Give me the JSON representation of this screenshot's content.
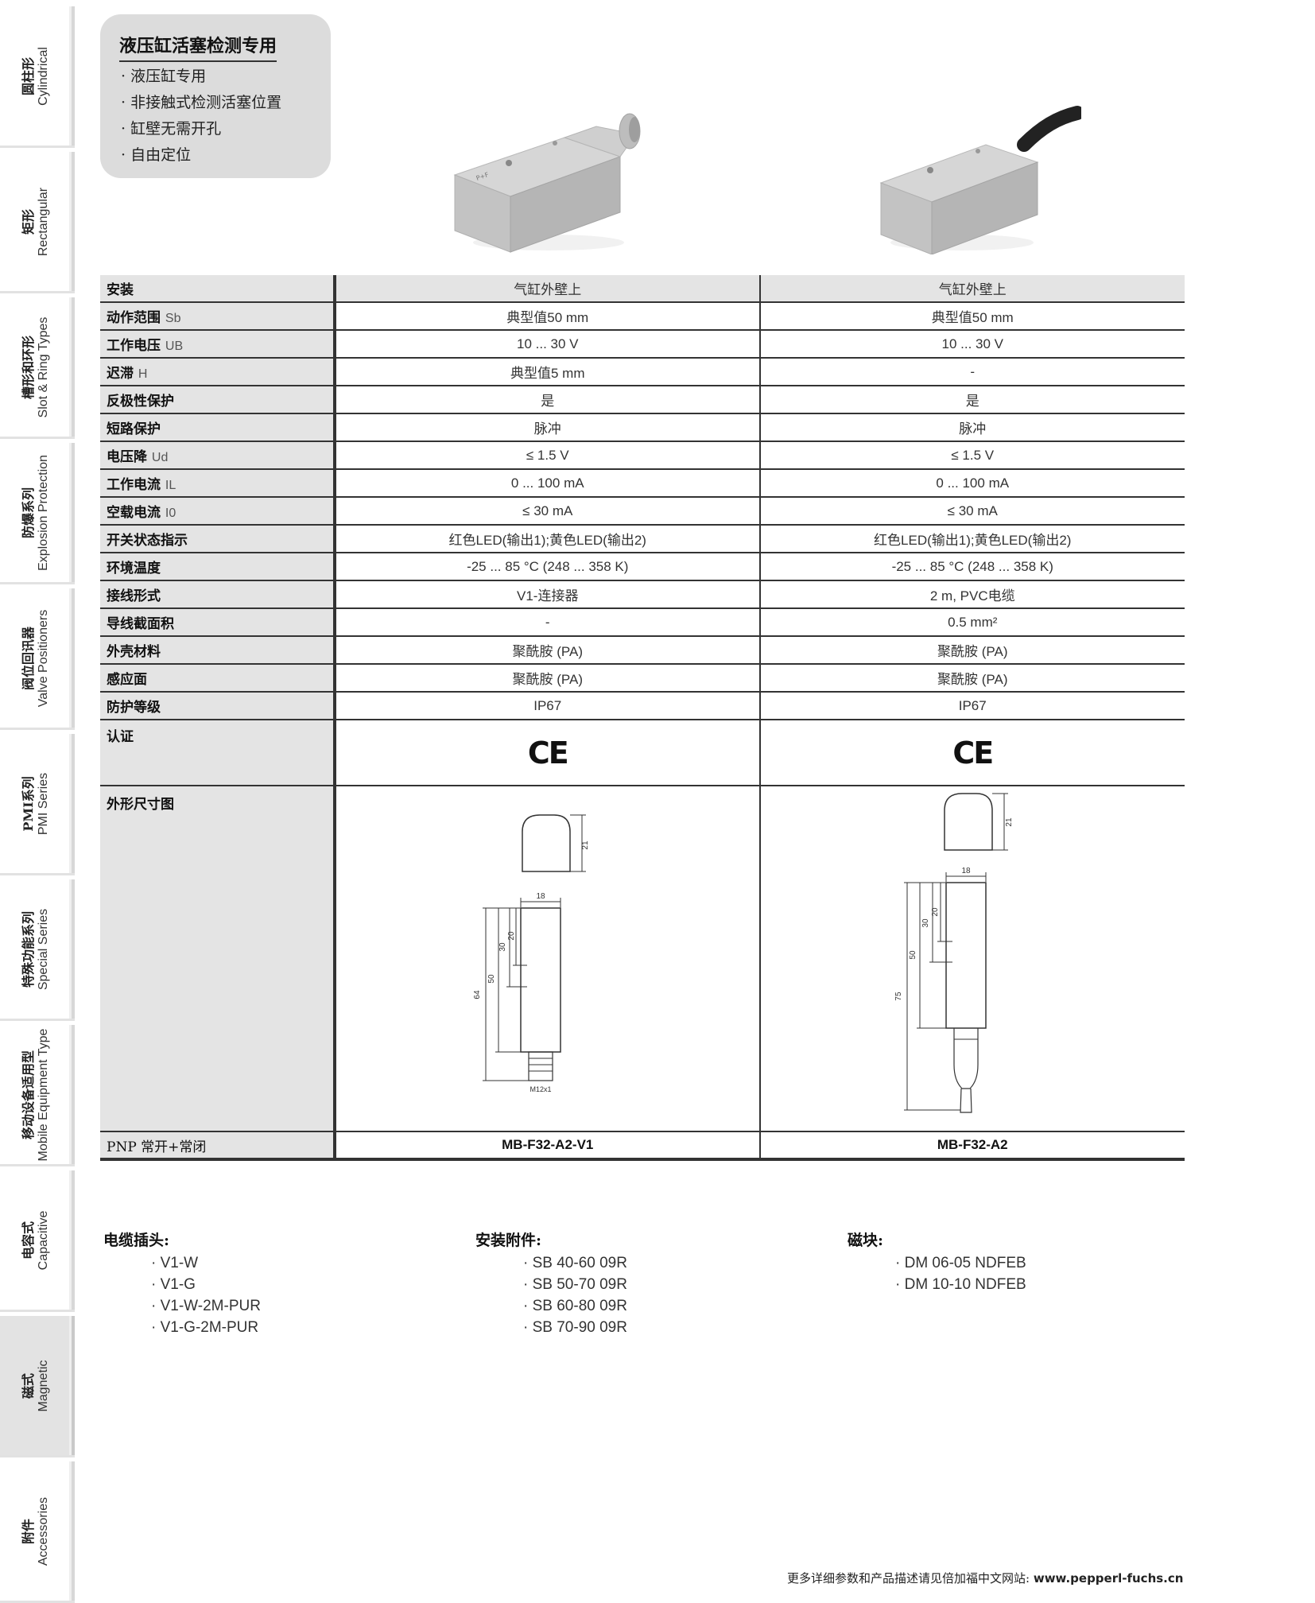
{
  "side_tabs": [
    {
      "cn": "圆柱形",
      "en": "Cylindrical"
    },
    {
      "cn": "矩形",
      "en": "Rectangular"
    },
    {
      "cn": "槽形和环形",
      "en": "Slot & Ring Types"
    },
    {
      "cn": "防爆系列",
      "en": "Explosion Protection"
    },
    {
      "cn": "阀位回讯器",
      "en": "Valve Positioners"
    },
    {
      "cn": "PMI系列",
      "en": "PMI Series"
    },
    {
      "cn": "特殊功能系列",
      "en": "Special Series"
    },
    {
      "cn": "移动设备适用型",
      "en": "Mobile Equipment Type"
    },
    {
      "cn": "电容式",
      "en": "Capacitive"
    },
    {
      "cn": "磁式",
      "en": "Magnetic"
    },
    {
      "cn": "附件",
      "en": "Accessories"
    }
  ],
  "feature": {
    "title": "液压缸活塞检测专用",
    "items": [
      "液压缸专用",
      "非接触式检测活塞位置",
      "缸壁无需开孔",
      "自由定位"
    ]
  },
  "table": {
    "header": {
      "label": "安装",
      "v1": "气缸外壁上",
      "v2": "气缸外壁上"
    },
    "rows": [
      {
        "label": "动作范围",
        "sym": "Sb",
        "v1": "典型值50 mm",
        "v2": "典型值50 mm"
      },
      {
        "label": "工作电压",
        "sym": "UB",
        "v1": "10 ... 30 V",
        "v2": "10 ... 30 V"
      },
      {
        "label": "迟滞",
        "sym": "H",
        "v1": "典型值5 mm",
        "v2": "-"
      },
      {
        "label": "反极性保护",
        "sym": "",
        "v1": "是",
        "v2": "是"
      },
      {
        "label": "短路保护",
        "sym": "",
        "v1": "脉冲",
        "v2": "脉冲"
      },
      {
        "label": "电压降",
        "sym": "Ud",
        "v1": "≤ 1.5 V",
        "v2": "≤ 1.5 V"
      },
      {
        "label": "工作电流",
        "sym": "IL",
        "v1": "0 ... 100 mA",
        "v2": "0 ... 100 mA"
      },
      {
        "label": "空载电流",
        "sym": "I0",
        "v1": "≤ 30 mA",
        "v2": "≤ 30 mA"
      },
      {
        "label": "开关状态指示",
        "sym": "",
        "v1": "红色LED(输出1);黄色LED(输出2)",
        "v2": "红色LED(输出1);黄色LED(输出2)"
      },
      {
        "label": "环境温度",
        "sym": "",
        "v1": "-25 ... 85 °C (248 ... 358 K)",
        "v2": "-25 ... 85 °C (248 ... 358 K)"
      },
      {
        "label": "接线形式",
        "sym": "",
        "v1": "V1-连接器",
        "v2": "2 m, PVC电缆"
      },
      {
        "label": "导线截面积",
        "sym": "",
        "v1": "-",
        "v2": "0.5 mm²"
      },
      {
        "label": "外壳材料",
        "sym": "",
        "v1": "聚酰胺 (PA)",
        "v2": "聚酰胺 (PA)"
      },
      {
        "label": "感应面",
        "sym": "",
        "v1": "聚酰胺 (PA)",
        "v2": "聚酰胺 (PA)"
      },
      {
        "label": "防护等级",
        "sym": "",
        "v1": "IP67",
        "v2": "IP67"
      }
    ],
    "cert": {
      "label": "认证",
      "v1": "CE",
      "v2": "CE"
    },
    "drawing": {
      "label": "外形尺寸图",
      "d1": {
        "w": "18",
        "h_top": "21",
        "a": "20",
        "b": "30",
        "c": "50",
        "total": "64",
        "thread": "M12x1"
      },
      "d2": {
        "w": "18",
        "h_top": "21",
        "a": "20",
        "b": "30",
        "c": "50",
        "total": "75"
      }
    },
    "model": {
      "label": "PNP 常开+常闭",
      "v1": "MB-F32-A2-V1",
      "v2": "MB-F32-A2"
    }
  },
  "accessories": [
    {
      "title": "电缆插头:",
      "items": [
        "V1-W",
        "V1-G",
        "V1-W-2M-PUR",
        "V1-G-2M-PUR"
      ]
    },
    {
      "title": "安装附件:",
      "items": [
        "SB 40-60 09R",
        "SB 50-70 09R",
        "SB 60-80 09R",
        "SB 70-90 09R"
      ]
    },
    {
      "title": "磁块:",
      "items": [
        "DM 06-05 NDFEB",
        "DM 10-10 NDFEB"
      ]
    }
  ],
  "footer": {
    "text": "更多详细参数和产品描述请见倍加福中文网站:",
    "url": "www.pepperl-fuchs.cn"
  },
  "colors": {
    "table_label_bg": "#e4e4e4",
    "active_tab_bg": "#e3e3e3",
    "feature_bg": "#dcdcdc"
  }
}
